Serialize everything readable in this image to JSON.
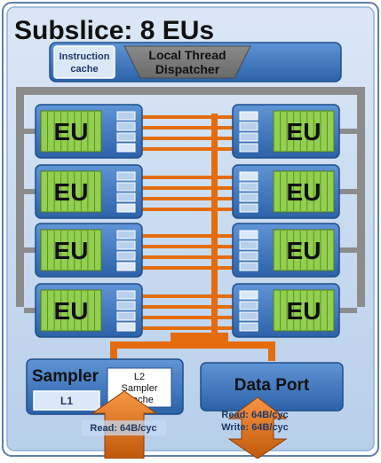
{
  "title": "Subslice: 8 EUs",
  "instruction_cache": [
    "Instruction",
    "cache"
  ],
  "dispatcher": [
    "Local Thread",
    "Dispatcher"
  ],
  "eu_label": "EU",
  "sampler": {
    "label": "Sampler",
    "l1": "L1",
    "l2": [
      "L2",
      "Sampler",
      "Cache"
    ],
    "bandwidth": "Read: 64B/cyc"
  },
  "data_port": {
    "label": "Data Port",
    "read": "Read: 64B/cyc",
    "write": "Write: 64B/cyc"
  },
  "colors": {
    "subslice_bg": "#c5d9f1",
    "block_blue": "#4f81bd",
    "eu_green": "#92d050",
    "interconnect": "#e46c0a",
    "bus_gray": "#8c8c8c"
  }
}
